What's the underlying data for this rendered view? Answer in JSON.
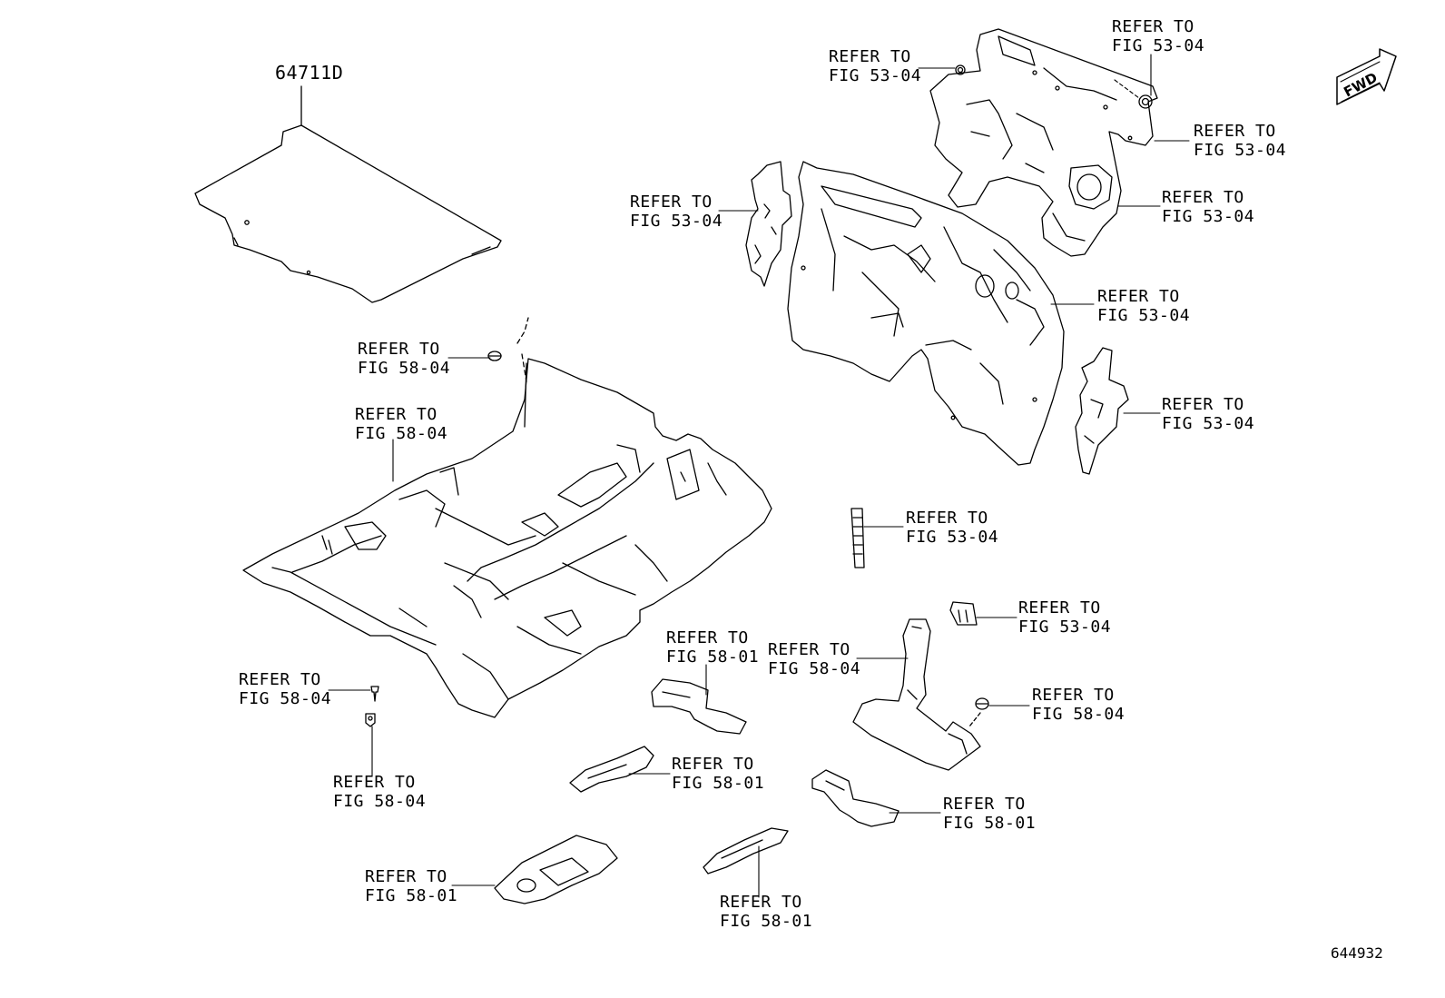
{
  "part_number": "64711D",
  "diagram_id": "644932",
  "fwd_label": "FWD",
  "callouts": [
    {
      "line1": "REFER TO",
      "line2": "FIG 53-04"
    },
    {
      "line1": "REFER TO",
      "line2": "FIG 53-04"
    },
    {
      "line1": "REFER TO",
      "line2": "FIG 53-04"
    },
    {
      "line1": "REFER TO",
      "line2": "FIG 53-04"
    },
    {
      "line1": "REFER TO",
      "line2": "FIG 53-04"
    },
    {
      "line1": "REFER TO",
      "line2": "FIG 53-04"
    },
    {
      "line1": "REFER TO",
      "line2": "FIG 53-04"
    },
    {
      "line1": "REFER TO",
      "line2": "FIG 53-04"
    },
    {
      "line1": "REFER TO",
      "line2": "FIG 53-04"
    },
    {
      "line1": "REFER TO",
      "line2": "FIG 58-04"
    },
    {
      "line1": "REFER TO",
      "line2": "FIG 58-04"
    },
    {
      "line1": "REFER TO",
      "line2": "FIG 58-01"
    },
    {
      "line1": "REFER TO",
      "line2": "FIG 58-04"
    },
    {
      "line1": "REFER TO",
      "line2": "FIG 58-04"
    },
    {
      "line1": "REFER TO",
      "line2": "FIG 58-04"
    },
    {
      "line1": "REFER TO",
      "line2": "FIG 58-04"
    },
    {
      "line1": "REFER TO",
      "line2": "FIG 58-01"
    },
    {
      "line1": "REFER TO",
      "line2": "FIG 58-01"
    },
    {
      "line1": "REFER TO",
      "line2": "FIG 58-01"
    },
    {
      "line1": "REFER TO",
      "line2": "FIG 58-01"
    }
  ]
}
